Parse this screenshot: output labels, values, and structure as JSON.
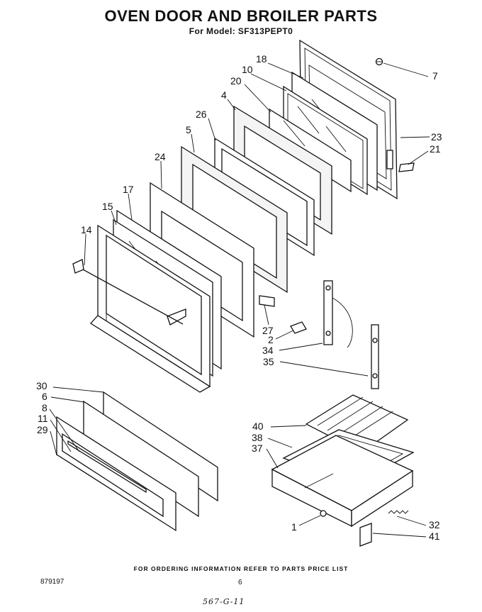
{
  "title": "OVEN DOOR AND BROILER PARTS",
  "subtitle": "For Model: SF313PEPT0",
  "footer": "FOR ORDERING INFORMATION REFER TO PARTS PRICE LIST",
  "doc_number": "879197",
  "page_number": "6",
  "handwritten_note": "567-G-11",
  "callouts": {
    "c7": "7",
    "c18": "18",
    "c10": "10",
    "c20": "20",
    "c4": "4",
    "c26": "26",
    "c5": "5",
    "c24": "24",
    "c23": "23",
    "c21": "21",
    "c17": "17",
    "c15": "15",
    "c14": "14",
    "c27": "27",
    "c2": "2",
    "c34": "34",
    "c35": "35",
    "c30": "30",
    "c6": "6",
    "c8": "8",
    "c11": "11",
    "c29": "29",
    "c40": "40",
    "c38": "38",
    "c37": "37",
    "c1": "1",
    "c32": "32",
    "c41": "41"
  }
}
